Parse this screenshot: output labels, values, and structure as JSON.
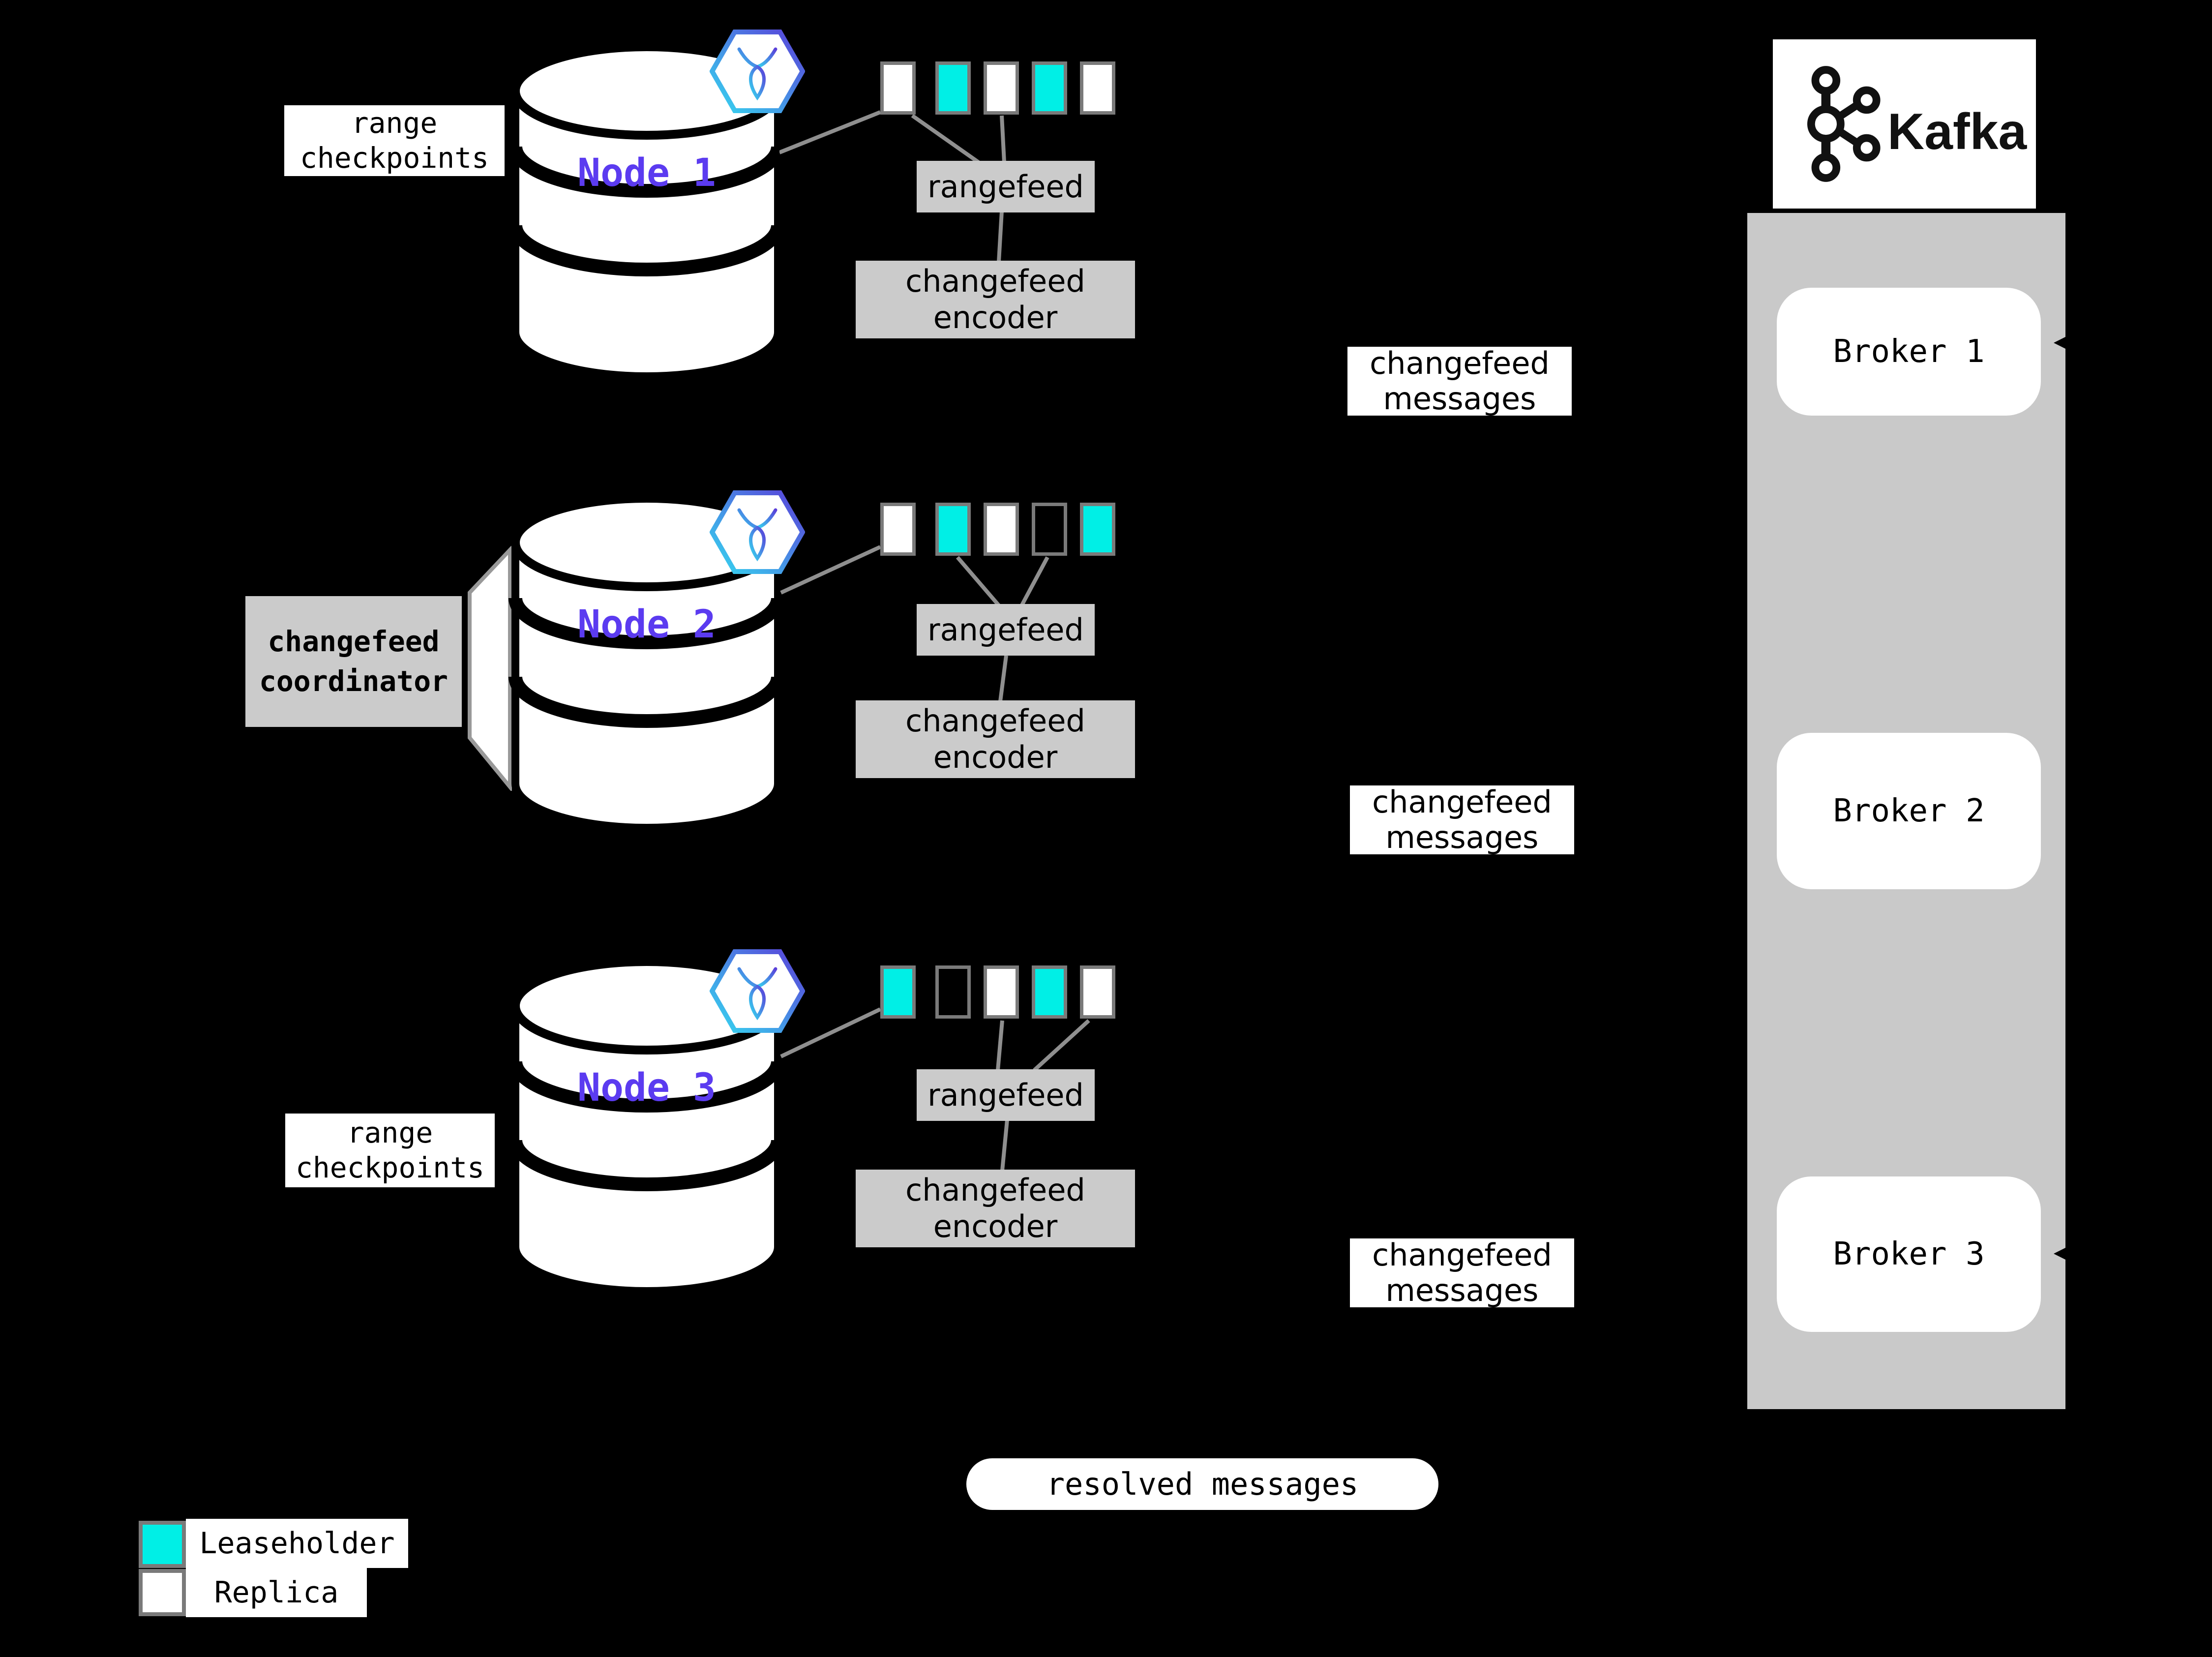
{
  "colors": {
    "background": "#000000",
    "leaseholder_cyan": "#00efe6",
    "replica_white": "#ffffff",
    "node_label_purple": "#5b3bf0",
    "panel_gray": "#cbcbcb",
    "connector_gray": "#8f8f8f",
    "square_border_gray": "#7a7a7a",
    "hex_gradient_start": "#35d8f0",
    "hex_gradient_end": "#5a3fd9"
  },
  "labels": {
    "range_checkpoints": "range checkpoints",
    "rangefeed": "rangefeed",
    "changefeed_encoder": "changefeed encoder",
    "changefeed_messages": "changefeed messages",
    "changefeed_coordinator": "changefeed coordinator",
    "resolved_messages": "resolved messages"
  },
  "legend": {
    "leaseholder": "Leaseholder",
    "replica": "Replica"
  },
  "nodes": [
    {
      "name": "Node 1",
      "replicas": [
        "replica",
        "leaseholder",
        "replica",
        "leaseholder",
        "replica"
      ]
    },
    {
      "name": "Node 2",
      "replicas": [
        "replica",
        "leaseholder",
        "replica",
        "empty",
        "leaseholder"
      ]
    },
    {
      "name": "Node 3",
      "replicas": [
        "leaseholder",
        "empty",
        "replica",
        "leaseholder",
        "replica"
      ]
    }
  ],
  "kafka": {
    "title": "Kafka",
    "brokers": [
      "Broker 1",
      "Broker 2",
      "Broker 3"
    ]
  }
}
